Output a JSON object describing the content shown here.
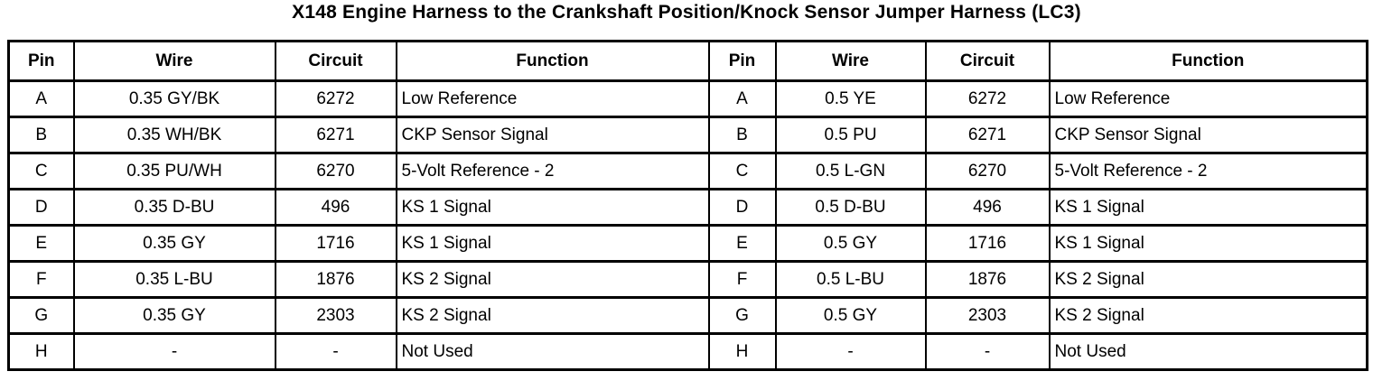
{
  "title": "X148 Engine Harness to the Crankshaft Position/Knock Sensor Jumper Harness (LC3)",
  "table": {
    "column_headers": [
      "Pin",
      "Wire",
      "Circuit",
      "Function",
      "Pin",
      "Wire",
      "Circuit",
      "Function"
    ],
    "rows": [
      [
        "A",
        "0.35 GY/BK",
        "6272",
        "Low Reference",
        "A",
        "0.5 YE",
        "6272",
        "Low Reference"
      ],
      [
        "B",
        "0.35 WH/BK",
        "6271",
        "CKP Sensor Signal",
        "B",
        "0.5 PU",
        "6271",
        "CKP Sensor Signal"
      ],
      [
        "C",
        "0.35 PU/WH",
        "6270",
        "5-Volt Reference - 2",
        "C",
        "0.5 L-GN",
        "6270",
        "5-Volt Reference - 2"
      ],
      [
        "D",
        "0.35 D-BU",
        "496",
        "KS 1 Signal",
        "D",
        "0.5 D-BU",
        "496",
        "KS 1 Signal"
      ],
      [
        "E",
        "0.35 GY",
        "1716",
        "KS 1 Signal",
        "E",
        "0.5 GY",
        "1716",
        "KS 1 Signal"
      ],
      [
        "F",
        "0.35 L-BU",
        "1876",
        "KS 2 Signal",
        "F",
        "0.5 L-BU",
        "1876",
        "KS 2 Signal"
      ],
      [
        "G",
        "0.35 GY",
        "2303",
        "KS 2 Signal",
        "G",
        "0.5 GY",
        "2303",
        "KS 2 Signal"
      ],
      [
        "H",
        "-",
        "-",
        "Not Used",
        "H",
        "-",
        "-",
        "Not Used"
      ]
    ],
    "colors": {
      "border": "#000000",
      "text": "#000000",
      "background": "#ffffff"
    }
  }
}
